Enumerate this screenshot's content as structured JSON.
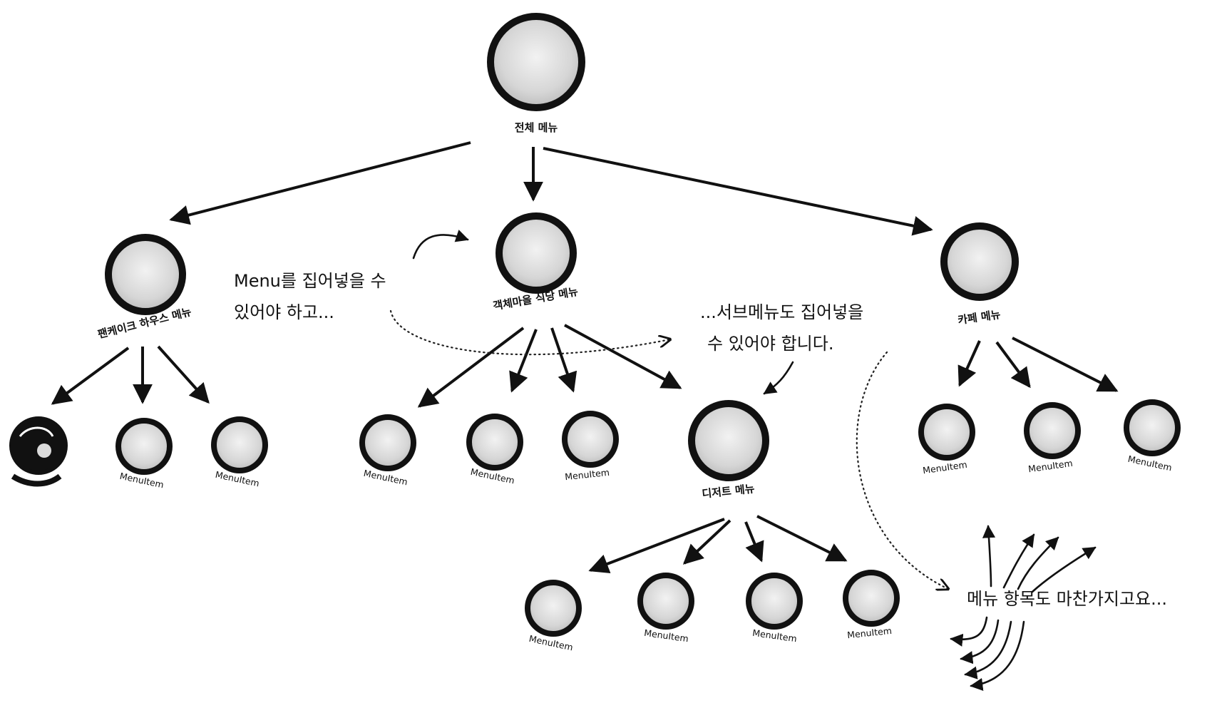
{
  "nodes": {
    "root": "전체 메뉴",
    "pancake": "팬케이크 하우스 메뉴",
    "diner": "객체마을 식당 메뉴",
    "cafe": "카페 메뉴",
    "dessert": "디저트 메뉴"
  },
  "item_label": "MenuItem",
  "notes": {
    "left_line1": "Menu를 집어넣을 수",
    "left_line2": "있어야 하고...",
    "right_line1": "...서브메뉴도 집어넣을",
    "right_line2": "수 있어야 합니다.",
    "bottom": "메뉴 항목도 마찬가지고요..."
  },
  "colors": {
    "ink": "#111111",
    "node_fill": "#d9d9d9",
    "background": "#ffffff"
  }
}
